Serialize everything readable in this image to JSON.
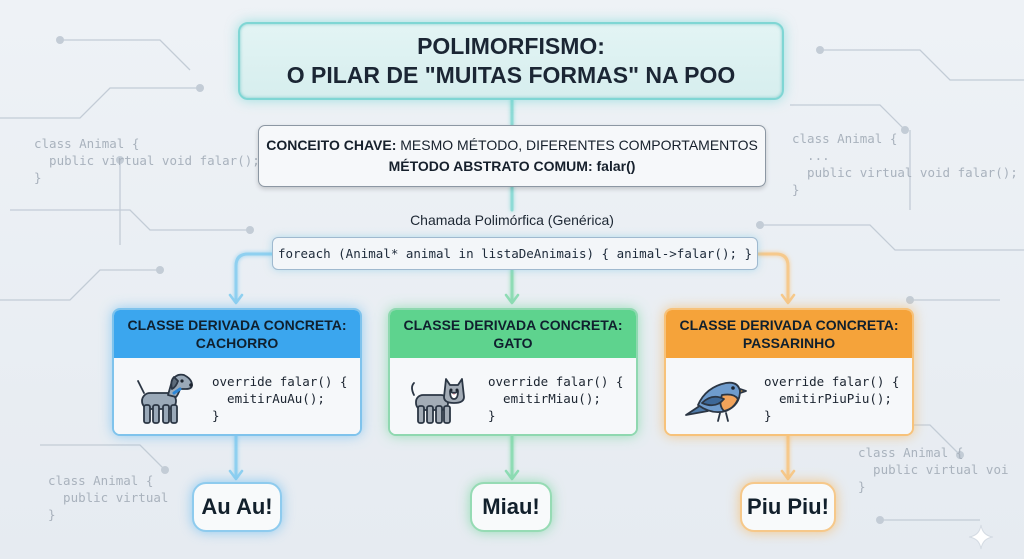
{
  "title": {
    "line1": "POLIMORFISMO:",
    "line2": "O PILAR DE \"MUITAS FORMAS\" NA POO"
  },
  "concept": {
    "key_label": "CONCEITO CHAVE:",
    "key_value": "Mesmo Método, Diferentes Comportamentos",
    "method_label": "MÉTODO ABSTRATO COMUM:",
    "method_value": "falar()"
  },
  "call": {
    "label": "Chamada Polimórfica (Genérica)",
    "code": "foreach (Animal* animal in listaDeAnimais) { animal->falar(); }"
  },
  "background_code": {
    "top_left": "class Animal {\n  public virtual void falar();\n}",
    "top_right": "class Animal {\n  ...\n  public virtual void falar();\n}",
    "bottom_left": "class Animal {\n  public virtual\n}",
    "bottom_right": "class Animal {\n  public virtual voi\n}"
  },
  "classes": [
    {
      "header_line1": "CLASSE DERIVADA CONCRETA:",
      "header_line2": "CACHORRO",
      "code": "override falar() {\n  emitirAuAu();\n}",
      "icon": "dog-icon",
      "output": "Au Au!",
      "color": "#3ba6ee"
    },
    {
      "header_line1": "CLASSE DERIVADA CONCRETA:",
      "header_line2": "GATO",
      "code": "override falar() {\n  emitirMiau();\n}",
      "icon": "cat-icon",
      "output": "Miau!",
      "color": "#5ed38e"
    },
    {
      "header_line1": "CLASSE DERIVADA CONCRETA:",
      "header_line2": "PASSARINHO",
      "code": "override falar() {\n  emitirPiuPiu();\n}",
      "icon": "bird-icon",
      "output": "Piu Piu!",
      "color": "#f5a33a"
    }
  ],
  "colors": {
    "title_glow": "#7fd6d4",
    "code_box_border": "#9fb9cf"
  }
}
